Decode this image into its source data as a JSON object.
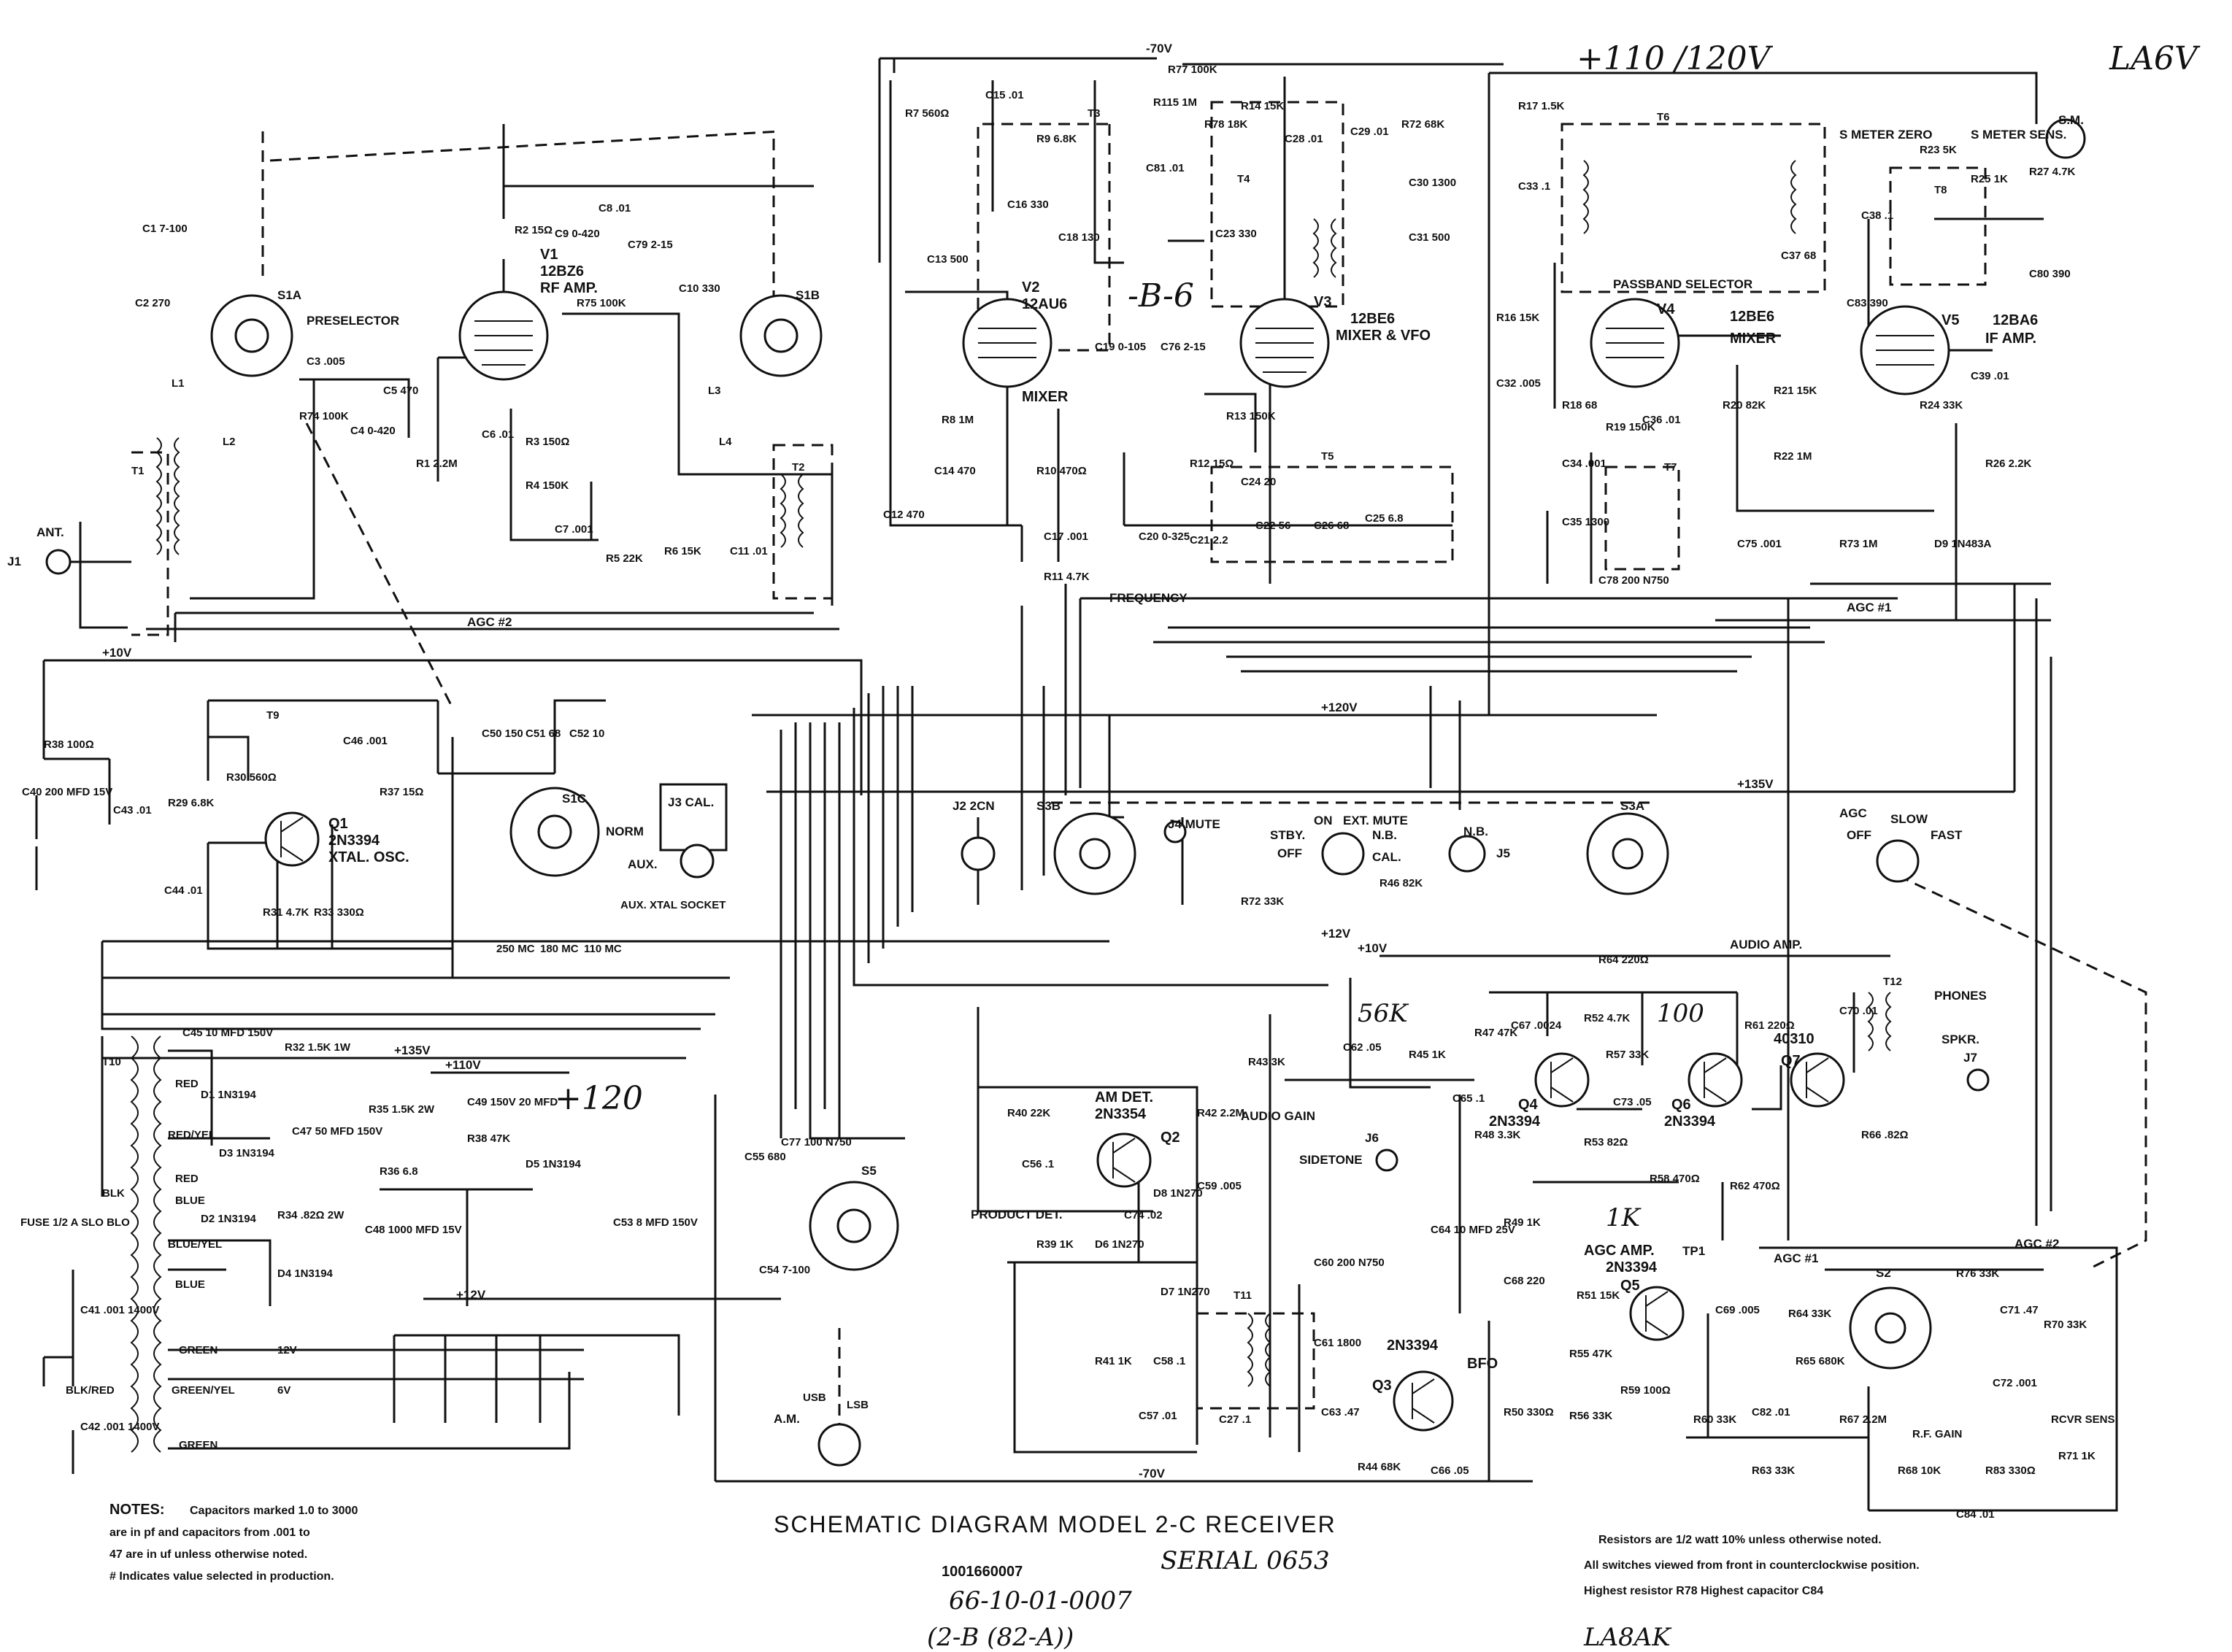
{
  "title": "SCHEMATIC DIAGRAM MODEL 2-C RECEIVER",
  "serial": "SERIAL 0653",
  "handwritten": {
    "top_voltage": "+110 /120V",
    "top_right": "LA6V",
    "b6": "-B-6",
    "v120": "+120",
    "k56": "56K",
    "n100": "100",
    "k1": "1K",
    "part1": "1001660007",
    "part2": "66-10-01-0007",
    "part3": "(2-B (82-A))",
    "bottom_right": "LA8AK"
  },
  "notes": {
    "heading": "NOTES:",
    "line1": "Capacitors marked 1.0 to 3000",
    "line2": "are in pf and capacitors from .001 to",
    "line3": "47 are in uf unless otherwise noted.",
    "line4": "# Indicates value selected in production.",
    "right1": "Resistors are 1/2 watt 10% unless otherwise noted.",
    "right2": "All switches viewed from front in counterclockwise position.",
    "right3": "Highest resistor R78     Highest capacitor C84"
  },
  "tubes": [
    {
      "id": "V1",
      "type": "12BZ6",
      "fn": "RF AMP."
    },
    {
      "id": "V2",
      "type": "12AU6",
      "fn": "MIXER"
    },
    {
      "id": "V3",
      "type": "12BE6",
      "fn": "MIXER & VFO"
    },
    {
      "id": "V4",
      "type": "12BE6",
      "fn": "MIXER"
    },
    {
      "id": "V5",
      "type": "12BA6",
      "fn": "IF AMP."
    }
  ],
  "transistors": [
    {
      "id": "Q1",
      "type": "2N3394",
      "fn": "XTAL. OSC."
    },
    {
      "id": "Q2",
      "type": "2N3354",
      "fn": "AM DET."
    },
    {
      "id": "Q3",
      "type": "2N3394",
      "fn": "BFO"
    },
    {
      "id": "Q4",
      "type": "2N3394",
      "fn": ""
    },
    {
      "id": "Q5",
      "type": "2N3394",
      "fn": "AGC AMP."
    },
    {
      "id": "Q6",
      "type": "2N3394",
      "fn": ""
    },
    {
      "id": "Q7",
      "type": "40310",
      "fn": ""
    }
  ],
  "rails": {
    "m70": "-70V",
    "p120": "+120V",
    "p135": "+135V",
    "p12": "+12V",
    "p10": "+10V",
    "p10b": "+10V",
    "p135b": "+135V",
    "p110": "+110V",
    "p12b": "+12V",
    "m70b": "-70V",
    "agc2": "AGC #2",
    "agc1": "AGC #1",
    "agc1b": "AGC #1",
    "agc2b": "AGC #2"
  },
  "labels": {
    "preselector": "PRESELECTOR",
    "frequency": "FREQUENCY",
    "passband": "PASSBAND SELECTOR",
    "smeter_zero": "S METER ZERO",
    "smeter_sens": "S METER SENS.",
    "sm": "S.M.",
    "ant": "ANT.",
    "j1": "J1",
    "j2": "J2 2CN",
    "j3": "J3 CAL.",
    "j4": "J4 MUTE",
    "j5": "J5",
    "j6": "J6",
    "j7": "J7",
    "aux": "AUX.",
    "aux_xtal": "AUX. XTAL SOCKET",
    "norm": "NORM",
    "stby": "STBY.",
    "on": "ON",
    "ext_mute": "EXT. MUTE",
    "off": "OFF",
    "nb": "N.B.",
    "cal": "CAL.",
    "nb2": "N.B.",
    "agc": "AGC",
    "slow": "SLOW",
    "fast": "FAST",
    "off2": "OFF",
    "audio_amp": "AUDIO AMP.",
    "audio_gain": "AUDIO GAIN",
    "sidetone": "SIDETONE",
    "phones": "PHONES",
    "spkr": "SPKR.",
    "product_det": "PRODUCT DET.",
    "am": "A.M.",
    "usb": "USB",
    "lsb": "LSB",
    "rf_gain": "R.F. GAIN",
    "rcvr_sens": "RCVR SENS.",
    "tp1": "TP1",
    "fuse": "FUSE 1/2 A SLO BLO",
    "red": "RED",
    "redyel": "RED/YEL",
    "red2": "RED",
    "blue": "BLUE",
    "blueyel": "BLUE/YEL",
    "blue2": "BLUE",
    "blk": "BLK",
    "blkred": "BLK/RED",
    "green": "GREEN",
    "greenyel": "GREEN/YEL",
    "green2": "GREEN",
    "v12": "12V",
    "v6": "6V",
    "s1a": "S1A",
    "s1b": "S1B",
    "s1c": "S1C",
    "s3a": "S3A",
    "s3b": "S3B",
    "s5": "S5",
    "s2": "S2",
    "mc250": "250 MC",
    "mc180": "180 MC",
    "mc110": "110 MC"
  },
  "parts": {
    "c1": "C1 7-100",
    "c2": "C2 270",
    "c3": "C3 .005",
    "c4": "C4 0-420",
    "c5": "C5 470",
    "c6": "C6 .01",
    "c7": "C7 .001",
    "c8": "C8 .01",
    "c9": "C9 0-420",
    "c79": "C79 2-15",
    "c10": "C10 330",
    "c11": "C11 .01",
    "r1": "R1 2.2M",
    "r2": "R2 15Ω",
    "r3": "R3 150Ω",
    "r4": "R4 150K",
    "r5": "R5 22K",
    "r6": "R6 15K",
    "r74": "R74 100K",
    "r75": "R75 100K",
    "r7": "R7 560Ω",
    "r9": "R9 6.8K",
    "r8": "R8 1M",
    "r10": "R10 470Ω",
    "r11": "R11 4.7K",
    "c12": "C12 470",
    "c13": "C13 500",
    "c14": "C14 470",
    "c15": "C15 .01",
    "c16": "C16 330",
    "c17": "C17 .001",
    "c18": "C18 130",
    "c19": "C19 0-105",
    "c76": "C76 2-15",
    "c81": "C81 .01",
    "r115": "R115 1M",
    "r77": "R77 100K",
    "r78": "R78 18K",
    "r14": "R14 15K",
    "c23": "C23 330",
    "c24": "C24 20",
    "c25": "C25 6.8",
    "c26": "C26 68",
    "c22": "C22 56",
    "c21": "C21 2.2",
    "c20": "C20 0-325",
    "c28": "C28 .01",
    "c29": "C29 .01",
    "r12": "R12 15Ω",
    "r13": "R13 150K",
    "r72": "R72 68K",
    "c30": "C30 1300",
    "c31": "C31 500",
    "r17": "R17 1.5K",
    "c33": "C33 .1",
    "r16": "R16 15K",
    "c32": "C32 .005",
    "r18": "R18 68",
    "r19": "R19 150K",
    "c34": "C34 .001",
    "c35": "C35 1300",
    "c36": "C36 .01",
    "r20": "R20 82K",
    "r21": "R21 15K",
    "c37": "C37 68",
    "c78": "C78 200 N750",
    "r22": "R22 1M",
    "c75": "C75 .001",
    "r73": "R73 1M",
    "d9": "D9 1N483A",
    "r23": "R23 5K",
    "r25": "R25 1K",
    "r27": "R27 4.7K",
    "c38": "C38 .1",
    "c83": "C83 390",
    "c80": "C80 390",
    "c39": "C39 .01",
    "r24": "R24 33K",
    "r26": "R26 2.2K",
    "r38b": "R38 100Ω",
    "c40": "C40 200 MFD 15V",
    "c43": "C43 .01",
    "r29": "R29 6.8K",
    "r30": "R30 560Ω",
    "c46": "C46 .001",
    "r37": "R37 15Ω",
    "c50": "C50 150",
    "c51": "C51 68",
    "c52": "C52 10",
    "c44": "C44 .01",
    "r31": "R31 4.7K",
    "r33": "R33 330Ω",
    "r72b": "R72 33K",
    "r46": "R46 82K",
    "c45": "C45 10 MFD 150V",
    "r32": "R32 1.5K 1W",
    "c47": "C47 50 MFD 150V",
    "r35": "R35 1.5K 2W",
    "c49": "C49 150V 20 MFD",
    "r38": "R38 47K",
    "r36": "R36 6.8",
    "d5": "D5 1N3194",
    "d1": "D1 1N3194",
    "d3": "D3 1N3194",
    "d2": "D2 1N3194",
    "d4": "D4 1N3194",
    "r34": "R34 .82Ω 2W",
    "c48": "C48 1000 MFD 15V",
    "c53": "C53 8 MFD 150V",
    "c41": "C41 .001 1400V",
    "c42": "C42 .001 1400V",
    "r40": "R40 22K",
    "r42": "R42 2.2M",
    "c56": "C56 .1",
    "c59": "C59 .005",
    "c55": "C55 680",
    "c77": "C77 100 N750",
    "c54": "C54 7-100",
    "r39": "R39 1K",
    "d6": "D6 1N270",
    "d7": "D7 1N270",
    "d8": "D8 1N270",
    "c74": "C74 .02",
    "r41": "R41 1K",
    "c58": "C58 .1",
    "c57": "C57 .01",
    "c27": "C27 .1",
    "c60": "C60 200 N750",
    "c61": "C61 1800",
    "c63": "C63 .47",
    "r44": "R44 68K",
    "c66": "C66 .05",
    "r50": "R50 330Ω",
    "r43": "R43 3K",
    "c62": "C62 .05",
    "r45": "R45 1K",
    "r47": "R47 47K",
    "c67": "C67 .0024",
    "r52": "R52 4.7K",
    "r57": "R57 33K",
    "c65": "C65 .1",
    "r48": "R48 3.3K",
    "r53": "R53 82Ω",
    "c73": "C73 .05",
    "r64": "R64 220Ω",
    "r61": "R61 220Ω",
    "c70": "C70 .01",
    "r58": "R58 470Ω",
    "r62": "R62 470Ω",
    "r66": "R66 .82Ω",
    "c64": "C64 10 MFD 25V",
    "r49": "R49 1K",
    "c68": "C68 220",
    "r51": "R51 15K",
    "c69": "C69 .005",
    "r55": "R55 47K",
    "r56": "R56 33K",
    "r59": "R59 100Ω",
    "r60": "R60 33K",
    "c82": "C82 .01",
    "r63": "R63 33K",
    "r76": "R76 33K",
    "c71": "C71 .47",
    "r70": "R70 33K",
    "r64b": "R64 33K",
    "r65": "R65 680K",
    "c72": "C72 .001",
    "r67": "R67 2.2M",
    "r68": "R68 10K",
    "r83": "R83 330Ω",
    "r71": "R71 1K",
    "c84": "C84 .01",
    "t1": "T1",
    "t2": "T2",
    "t3": "T3",
    "t4": "T4",
    "t5": "T5",
    "t6": "T6",
    "t7": "T7",
    "t8": "T8",
    "t9": "T9",
    "t10": "T10",
    "t11": "T11",
    "t12": "T12",
    "l1": "L1",
    "l2": "L2",
    "l3": "L3",
    "l4": "L4"
  }
}
